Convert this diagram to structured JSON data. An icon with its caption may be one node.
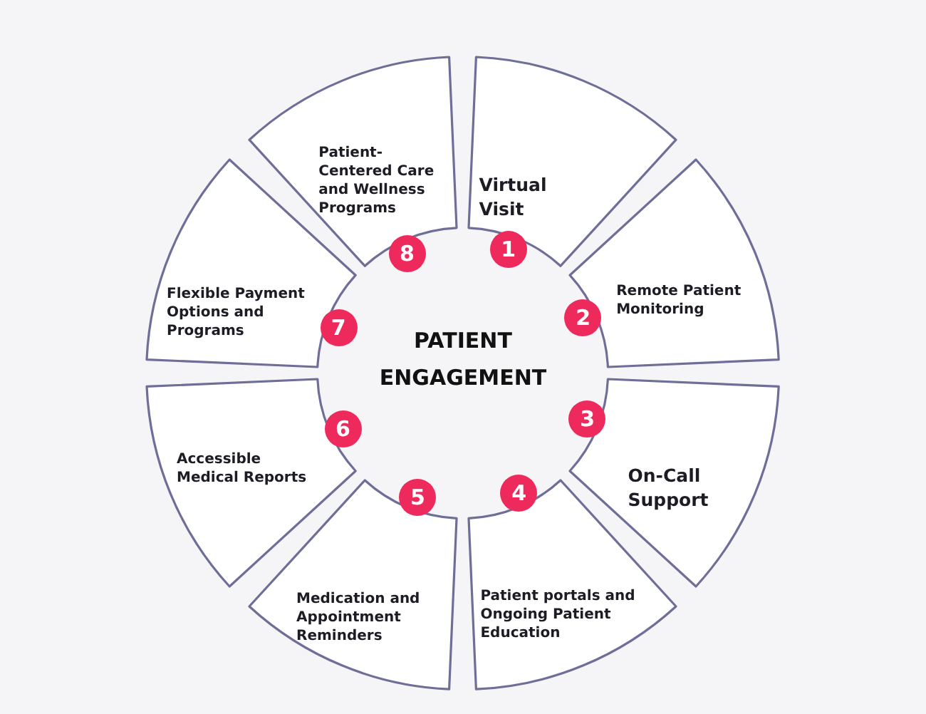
{
  "diagram": {
    "nodes": [
      {
        "text": [
          "Virtual Visit"
        ]
      },
      {
        "text": [
          "1"
        ]
      },
      {
        "text": [
          "Remote Patient Monitoring"
        ]
      },
      {
        "text": [
          "2"
        ]
      },
      {
        "text": [
          "On-Call Support"
        ]
      },
      {
        "text": [
          "3"
        ]
      },
      {
        "text": [
          "Patient portals and Ongoing Patient Education"
        ]
      },
      {
        "text": [
          "4"
        ]
      },
      {
        "text": [
          "Medication and Appointment Reminders"
        ]
      },
      {
        "text": [
          "5"
        ]
      },
      {
        "text": [
          "Accessible Medical Reports"
        ]
      },
      {
        "text": [
          "6"
        ]
      },
      {
        "text": [
          "Flexible Payment Options and Programs"
        ]
      },
      {
        "text": [
          "7"
        ]
      },
      {
        "text": [
          "Patient-Centered Care and Wellness Programs"
        ]
      },
      {
        "text": [
          "8"
        ]
      }
    ],
    "labels": [
      "PATIENT ENGAGEMENT"
    ]
  }
}
